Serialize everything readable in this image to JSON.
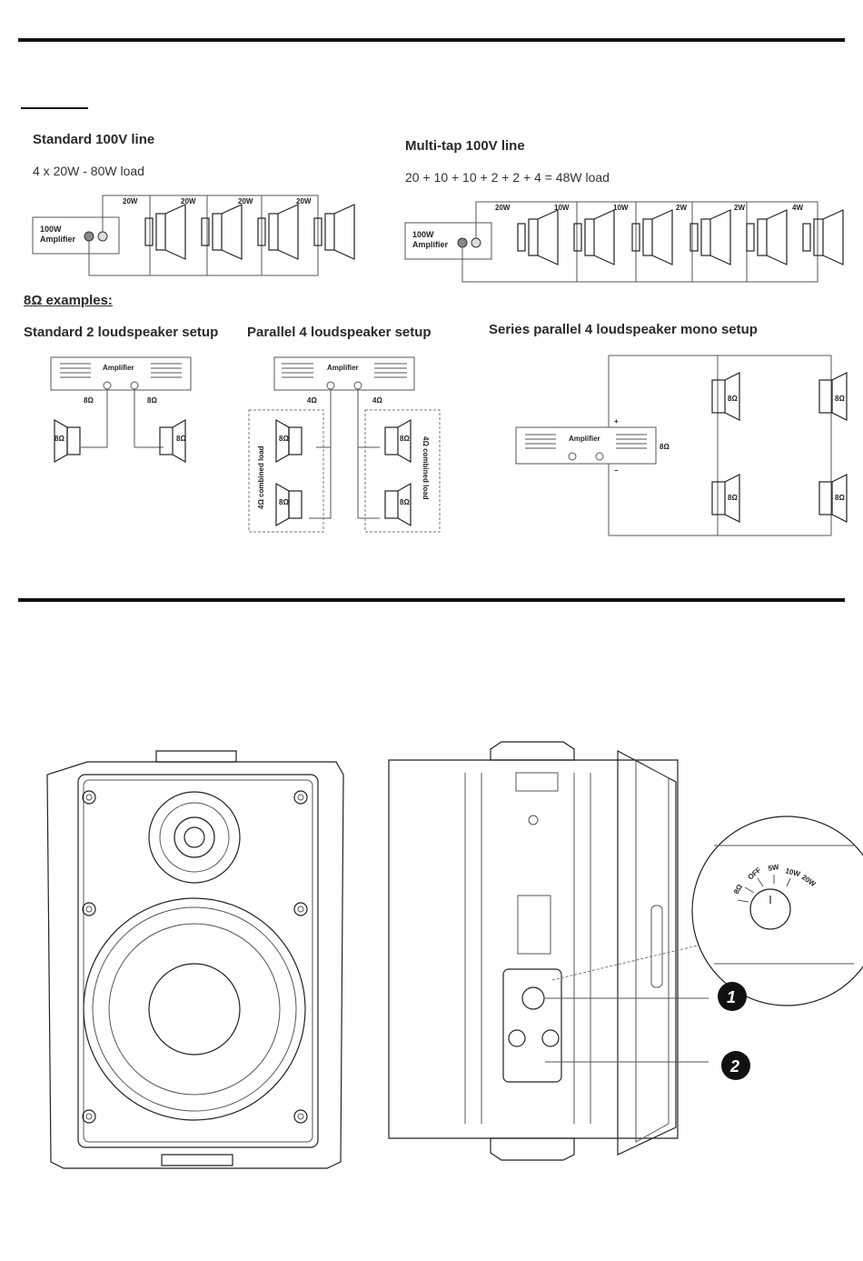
{
  "standard_100v": {
    "title": "Standard 100V line",
    "subtitle": "4 x 20W - 80W load",
    "amp_line1": "100W",
    "amp_line2": "Amplifier",
    "taps": [
      "20W",
      "20W",
      "20W",
      "20W"
    ]
  },
  "multitap_100v": {
    "title": "Multi-tap 100V line",
    "subtitle": "20 + 10 + 10 + 2 + 2 + 4 = 48W load",
    "amp_line1": "100W",
    "amp_line2": "Amplifier",
    "taps": [
      "20W",
      "10W",
      "10W",
      "2W",
      "2W",
      "4W"
    ]
  },
  "ohm_examples": {
    "heading": "8Ω examples:",
    "standard_two": {
      "title": "Standard 2 loudspeaker setup",
      "amp_label": "Amplifier",
      "line_left": "8Ω",
      "line_right": "8Ω",
      "speaker_left": "8Ω",
      "speaker_right": "8Ω"
    },
    "parallel_four": {
      "title": "Parallel 4 loudspeaker setup",
      "amp_label": "Amplifier",
      "line_left": "4Ω",
      "line_right": "4Ω",
      "speaker_label": "8Ω",
      "combined_load": "4Ω combined load"
    },
    "series_parallel": {
      "title": "Series parallel 4 loudspeaker mono setup",
      "amp_label": "Amplifier",
      "amp_load": "8Ω",
      "speaker_label": "8Ω",
      "plus": "+",
      "minus": "−"
    }
  },
  "product": {
    "knob_settings": [
      "8Ω",
      "OFF",
      "5W",
      "10W",
      "20W"
    ],
    "callouts": [
      "1",
      "2"
    ]
  }
}
